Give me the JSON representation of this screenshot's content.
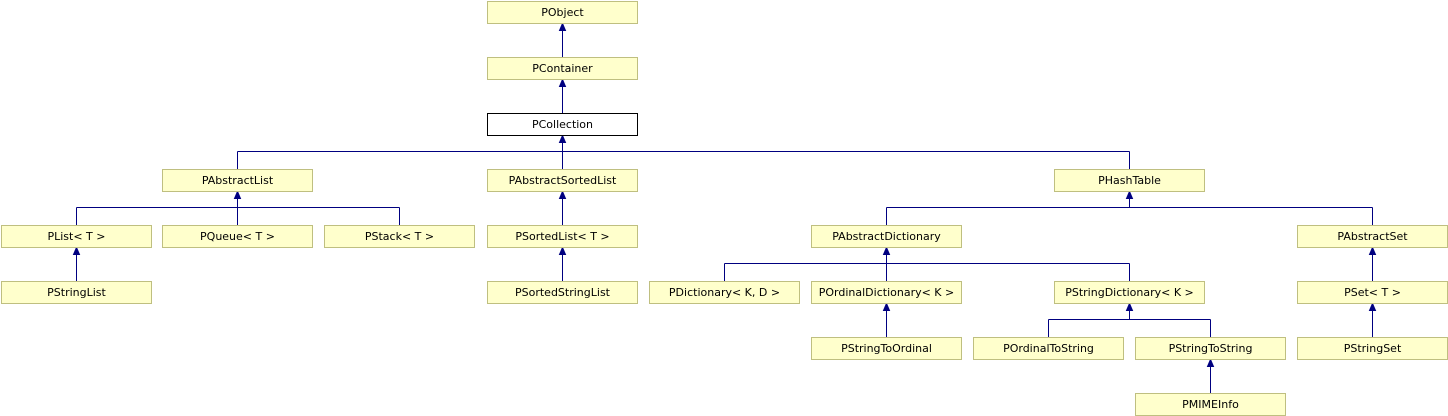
{
  "nodes": [
    {
      "id": "PObject",
      "label": "PObject"
    },
    {
      "id": "PContainer",
      "label": "PContainer"
    },
    {
      "id": "PCollection",
      "label": "PCollection",
      "current": true
    },
    {
      "id": "PAbstractList",
      "label": "PAbstractList"
    },
    {
      "id": "PAbstractSortedList",
      "label": "PAbstractSortedList"
    },
    {
      "id": "PHashTable",
      "label": "PHashTable"
    },
    {
      "id": "PList",
      "label": "PList< T >"
    },
    {
      "id": "PQueue",
      "label": "PQueue< T >"
    },
    {
      "id": "PStack",
      "label": "PStack< T >"
    },
    {
      "id": "PSortedList",
      "label": "PSortedList< T >"
    },
    {
      "id": "PAbstractDictionary",
      "label": "PAbstractDictionary"
    },
    {
      "id": "PAbstractSet",
      "label": "PAbstractSet"
    },
    {
      "id": "PStringList",
      "label": "PStringList"
    },
    {
      "id": "PSortedStringList",
      "label": "PSortedStringList"
    },
    {
      "id": "PDictionary",
      "label": "PDictionary< K, D >"
    },
    {
      "id": "POrdinalDictionary",
      "label": "POrdinalDictionary< K >"
    },
    {
      "id": "PStringDictionary",
      "label": "PStringDictionary< K >"
    },
    {
      "id": "PSet",
      "label": "PSet< T >"
    },
    {
      "id": "PStringToOrdinal",
      "label": "PStringToOrdinal"
    },
    {
      "id": "POrdinalToString",
      "label": "POrdinalToString"
    },
    {
      "id": "PStringToString",
      "label": "PStringToString"
    },
    {
      "id": "PStringSet",
      "label": "PStringSet"
    },
    {
      "id": "PMIMEInfo",
      "label": "PMIMEInfo"
    }
  ],
  "inheritance": [
    {
      "parent": "PObject",
      "children": [
        "PContainer"
      ]
    },
    {
      "parent": "PContainer",
      "children": [
        "PCollection"
      ]
    },
    {
      "parent": "PCollection",
      "children": [
        "PAbstractList",
        "PAbstractSortedList",
        "PHashTable"
      ]
    },
    {
      "parent": "PAbstractList",
      "children": [
        "PList",
        "PQueue",
        "PStack"
      ]
    },
    {
      "parent": "PAbstractSortedList",
      "children": [
        "PSortedList"
      ]
    },
    {
      "parent": "PHashTable",
      "children": [
        "PAbstractDictionary",
        "PAbstractSet"
      ]
    },
    {
      "parent": "PList",
      "children": [
        "PStringList"
      ]
    },
    {
      "parent": "PSortedList",
      "children": [
        "PSortedStringList"
      ]
    },
    {
      "parent": "PAbstractDictionary",
      "children": [
        "PDictionary",
        "POrdinalDictionary",
        "PStringDictionary"
      ]
    },
    {
      "parent": "PAbstractSet",
      "children": [
        "PSet"
      ]
    },
    {
      "parent": "POrdinalDictionary",
      "children": [
        "PStringToOrdinal"
      ]
    },
    {
      "parent": "PStringDictionary",
      "children": [
        "POrdinalToString",
        "PStringToString"
      ]
    },
    {
      "parent": "PSet",
      "children": [
        "PStringSet"
      ]
    },
    {
      "parent": "PStringToString",
      "children": [
        "PMIMEInfo"
      ]
    }
  ],
  "colors": {
    "node_fill": "#ffffcc",
    "node_border": "#bfbf80",
    "current_fill": "#ffffff",
    "current_border": "#000000",
    "edge": "#000080"
  }
}
